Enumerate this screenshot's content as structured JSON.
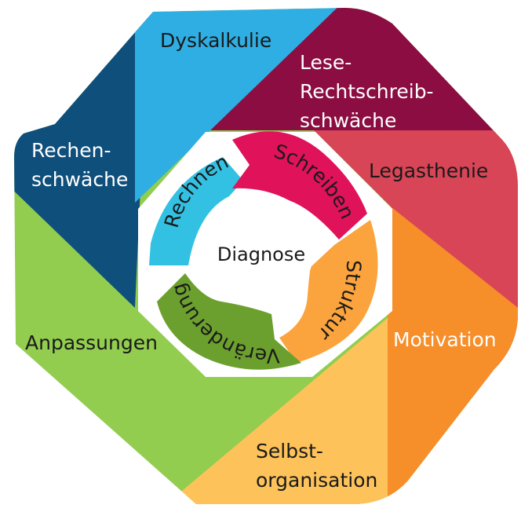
{
  "colors": {
    "navy": "#0f4f7c",
    "sky": "#2faee3",
    "maroon": "#8b0d41",
    "coral": "#d84556",
    "orange": "#f68e2a",
    "yellow": "#fdc35a",
    "lime": "#92cd4f",
    "ring_teal": "#33c1e3",
    "ring_magenta": "#e0125a",
    "ring_orange": "#fba33d",
    "ring_green": "#6ca02e"
  },
  "outer_segments": [
    {
      "id": "rechenschwaeche",
      "lines": [
        "Rechen-",
        "schwäche"
      ],
      "color": "#0f4f7c",
      "text_color": "#ffffff"
    },
    {
      "id": "dyskalkulie",
      "lines": [
        "Dyskalkulie"
      ],
      "color": "#2faee3",
      "text_color": "#1a1a1a"
    },
    {
      "id": "lrs",
      "lines": [
        "Lese-",
        "Rechtschreib-",
        "schwäche"
      ],
      "color": "#8b0d41",
      "text_color": "#ffffff"
    },
    {
      "id": "legasthenie",
      "lines": [
        "Legasthenie"
      ],
      "color": "#d84556",
      "text_color": "#1a1a1a"
    },
    {
      "id": "motivation",
      "lines": [
        "Motivation"
      ],
      "color": "#f68e2a",
      "text_color": "#ffffff"
    },
    {
      "id": "selbstorganisation",
      "lines": [
        "Selbst-",
        "organisation"
      ],
      "color": "#fdc35a",
      "text_color": "#1a1a1a"
    },
    {
      "id": "anpassungen",
      "lines": [
        "Anpassungen"
      ],
      "color": "#92cd4f",
      "text_color": "#1a1a1a"
    }
  ],
  "inner_cycle": [
    {
      "id": "rechnen",
      "label": "Rechnen",
      "color": "#33c1e3"
    },
    {
      "id": "schreiben",
      "label": "Schreiben",
      "color": "#e0125a"
    },
    {
      "id": "struktur",
      "label": "Struktur",
      "color": "#fba33d"
    },
    {
      "id": "veraenderung",
      "label": "Veränderung",
      "color": "#6ca02e"
    }
  ],
  "center": {
    "label": "Diagnose"
  }
}
